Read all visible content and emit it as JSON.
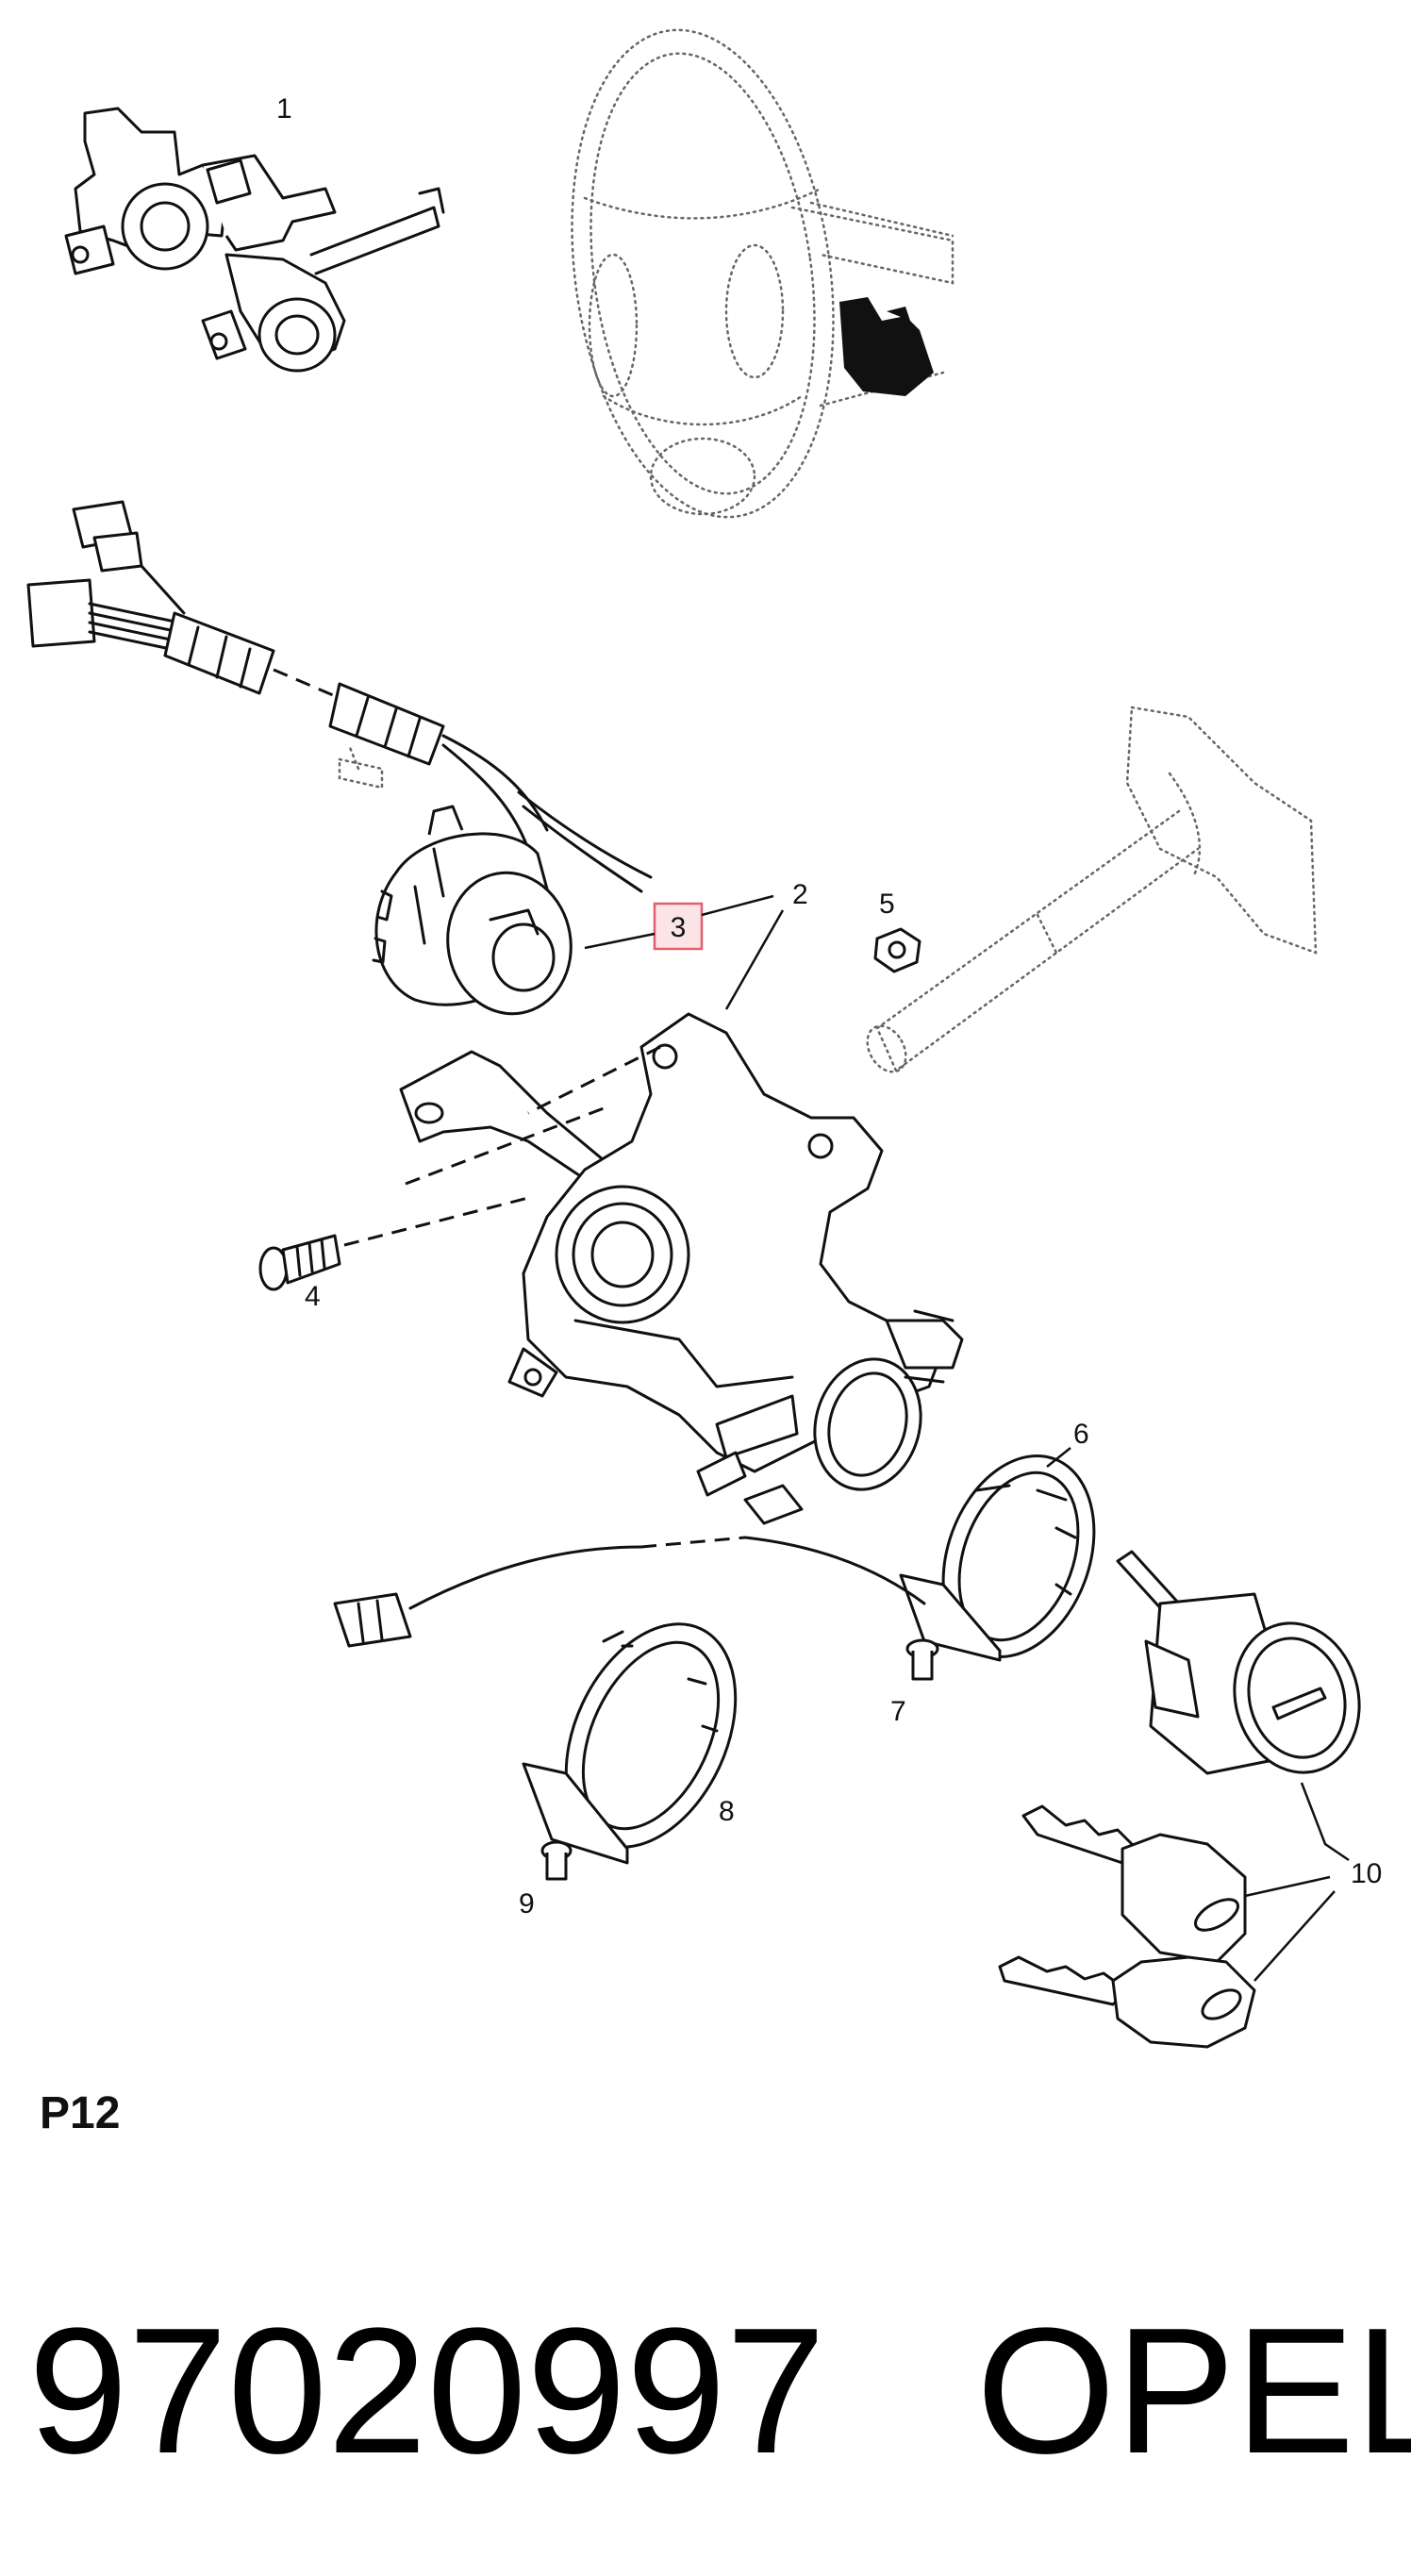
{
  "callouts": {
    "c1": "1",
    "c2": "2",
    "c3": "3",
    "c4": "4",
    "c5": "5",
    "c6": "6",
    "c7": "7",
    "c8": "8",
    "c9": "9",
    "c10": "10"
  },
  "highlight_color": "#e06070",
  "highlight_fill": "#fbe3e6",
  "page_code": "P12",
  "part_number": "97020997",
  "brand": "OPEL"
}
